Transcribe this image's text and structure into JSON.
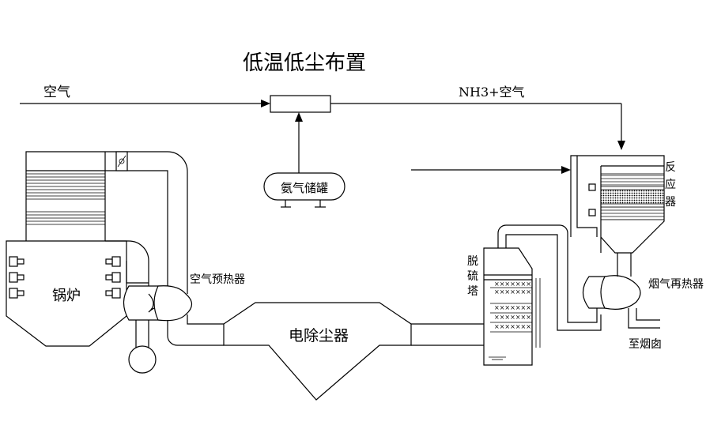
{
  "title": "低温低尘布置",
  "labels": {
    "air": "空气",
    "nh3_air": "NH3+空气",
    "ammonia_tank": "氨气储罐",
    "boiler": "锅炉",
    "air_preheater": "空气预热器",
    "esp": "电除尘器",
    "desulfurization_tower": [
      "脱",
      "硫",
      "塔"
    ],
    "reactor": [
      "反",
      "应",
      "器"
    ],
    "flue_gas_reheater": "烟气再热器",
    "to_chimney": "至烟囱"
  }
}
